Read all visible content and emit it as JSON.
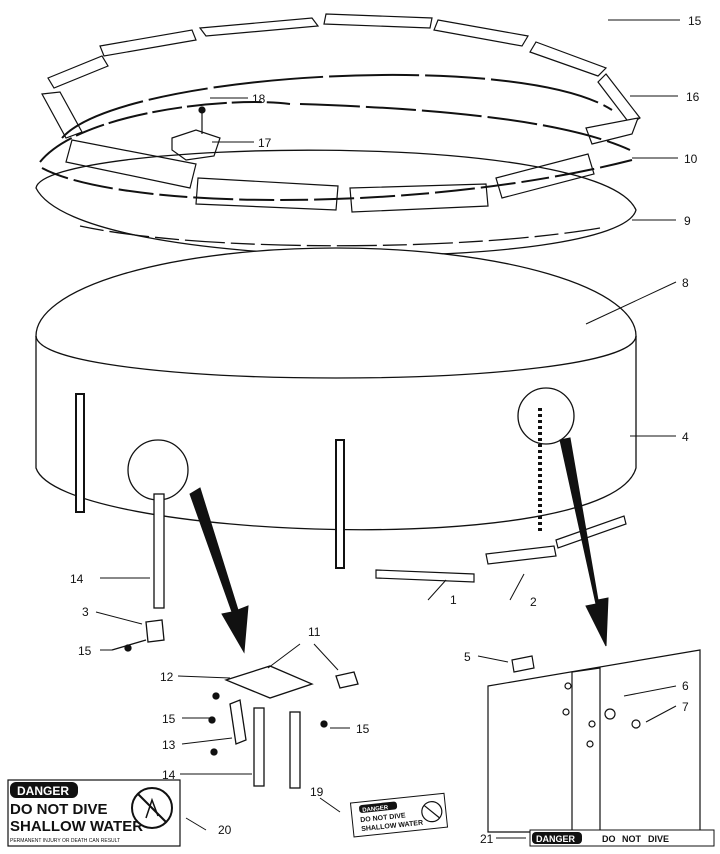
{
  "callouts": [
    {
      "id": "c1",
      "text": "1"
    },
    {
      "id": "c2",
      "text": "2"
    },
    {
      "id": "c3",
      "text": "3"
    },
    {
      "id": "c4",
      "text": "4"
    },
    {
      "id": "c5",
      "text": "5"
    },
    {
      "id": "c6",
      "text": "6"
    },
    {
      "id": "c7",
      "text": "7"
    },
    {
      "id": "c8",
      "text": "8"
    },
    {
      "id": "c9",
      "text": "9"
    },
    {
      "id": "c10",
      "text": "10"
    },
    {
      "id": "c11",
      "text": "11"
    },
    {
      "id": "c12",
      "text": "12"
    },
    {
      "id": "c13",
      "text": "13"
    },
    {
      "id": "c14a",
      "text": "14"
    },
    {
      "id": "c14b",
      "text": "14"
    },
    {
      "id": "c15a",
      "text": "15"
    },
    {
      "id": "c15b",
      "text": "15"
    },
    {
      "id": "c15c",
      "text": "15"
    },
    {
      "id": "c15d",
      "text": "15"
    },
    {
      "id": "c16",
      "text": "16"
    },
    {
      "id": "c17",
      "text": "17"
    },
    {
      "id": "c18",
      "text": "18"
    },
    {
      "id": "c19",
      "text": "19"
    },
    {
      "id": "c20",
      "text": "20"
    },
    {
      "id": "c21",
      "text": "21"
    }
  ],
  "sign_large": {
    "badge": "DANGER",
    "line1": "DO NOT DIVE",
    "line2": "SHALLOW WATER",
    "fineprint": "PERMANENT INJURY OR DEATH CAN RESULT"
  },
  "sign_small": {
    "badge": "DANGER",
    "line1": "DO NOT DIVE",
    "line2": "SHALLOW WATER"
  },
  "sign_strip": {
    "badge": "DANGER",
    "words": [
      "DO",
      "NOT",
      "DIVE"
    ]
  }
}
